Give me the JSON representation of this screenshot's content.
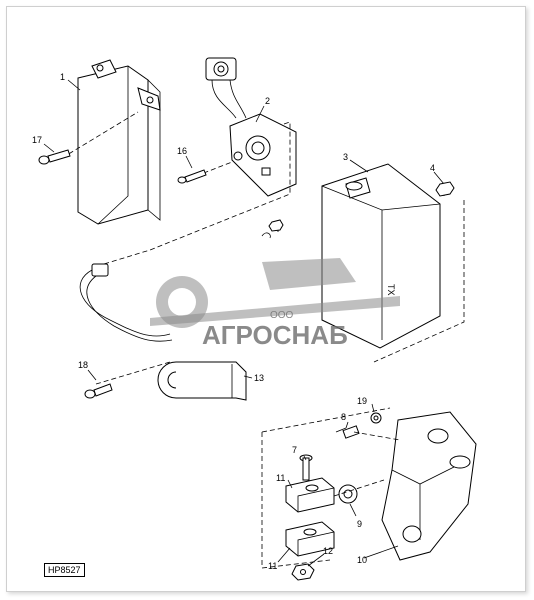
{
  "diagram_code": "HP8527",
  "watermark": {
    "small": "ООО",
    "brand": "АГРОСНАБ"
  },
  "callouts": {
    "c1": "1",
    "c2": "2",
    "c3": "3",
    "c4": "4",
    "c7": "7",
    "c8": "8",
    "c9": "9",
    "c10": "10",
    "c11a": "11",
    "c11b": "11",
    "c12": "12",
    "c13": "13",
    "c16": "16",
    "c17": "17",
    "c18": "18",
    "c19": "19"
  }
}
